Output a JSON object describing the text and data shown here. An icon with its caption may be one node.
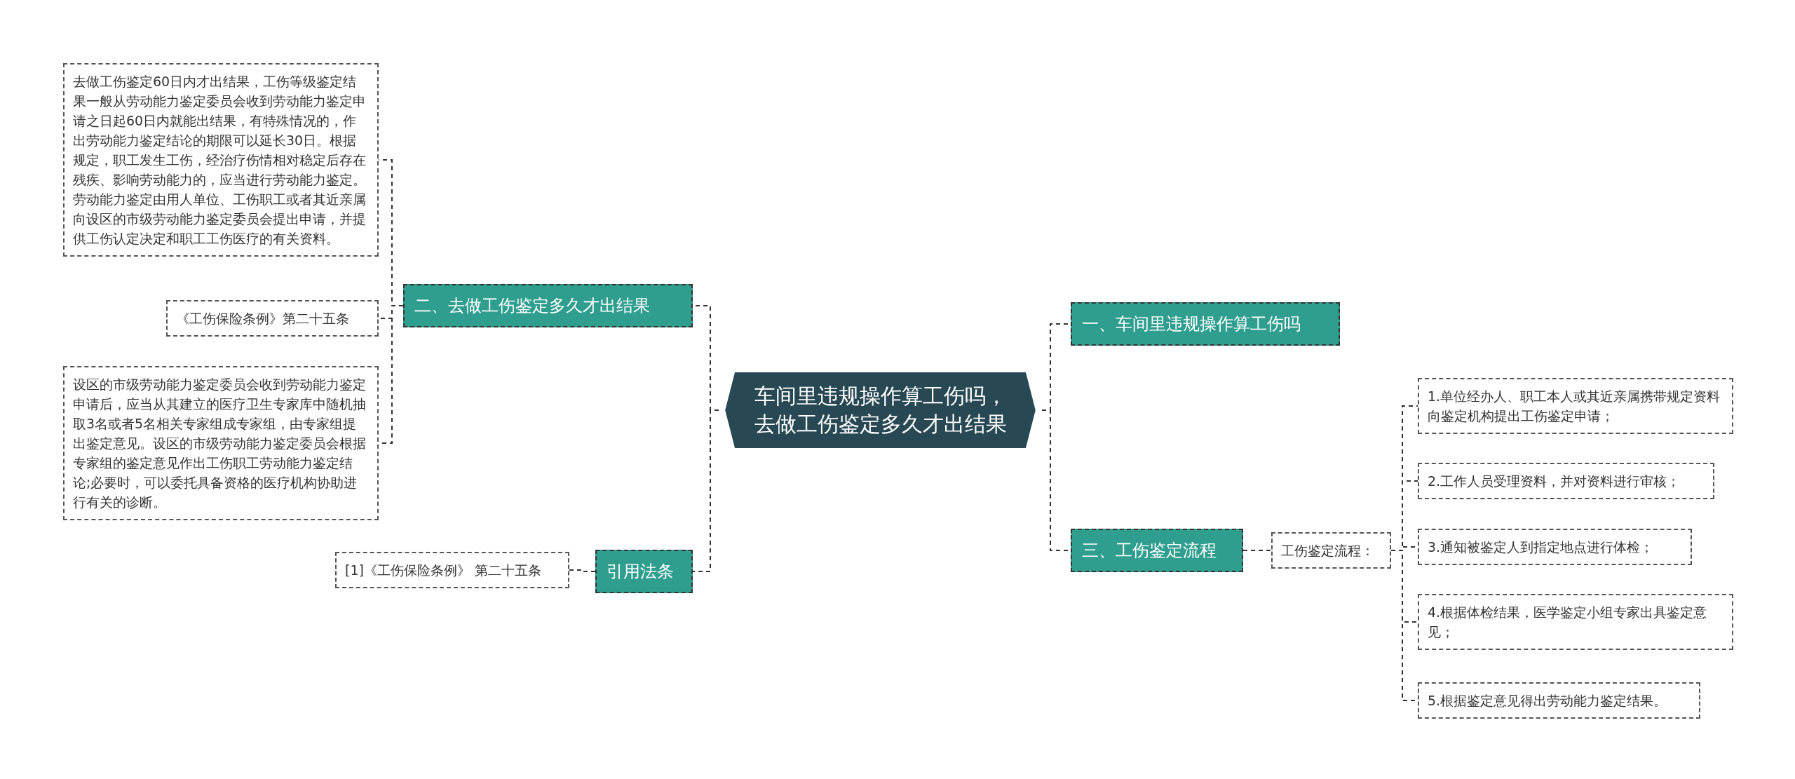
{
  "diagram": {
    "nodes": [
      {
        "text": [
          "车间里违规操作算工伤吗，去做工伤鉴定多久才出结果"
        ]
      },
      {
        "text": [
          "二、去做工伤鉴定多久才出结果"
        ]
      },
      {
        "text": [
          "去做工伤鉴定60日内才出结果，工伤等级鉴定结果一般从劳动能力鉴定委员会收到劳动能力鉴定申请之日起60日内就能出结果，有特殊情况的，作出劳动能力鉴定结论的期限可以延长30日。根据规定，职工发生工伤，经治疗伤情相对稳定后存在残疾、影响劳动能力的，应当进行劳动能力鉴定。劳动能力鉴定由用人单位、工伤职工或者其近亲属向设区的市级劳动能力鉴定委员会提出申请，并提供工伤认定决定和职工工伤医疗的有关资料。"
        ]
      },
      {
        "text": [
          "《工伤保险条例》第二十五条"
        ]
      },
      {
        "text": [
          "设区的市级劳动能力鉴定委员会收到劳动能力鉴定申请后，应当从其建立的医疗卫生专家库中随机抽取3名或者5名相关专家组成专家组，由专家组提出鉴定意见。设区的市级劳动能力鉴定委员会根据专家组的鉴定意见作出工伤职工劳动能力鉴定结论;必要时，可以委托具备资格的医疗机构协助进行有关的诊断。"
        ]
      },
      {
        "text": [
          "引用法条"
        ]
      },
      {
        "text": [
          "[1]《工伤保险条例》 第二十五条"
        ]
      },
      {
        "text": [
          "一、车间里违规操作算工伤吗"
        ]
      },
      {
        "text": [
          "三、工伤鉴定流程"
        ]
      },
      {
        "text": [
          "工伤鉴定流程："
        ]
      },
      {
        "text": [
          "1.单位经办人、职工本人或其近亲属携带规定资料向鉴定机构提出工伤鉴定申请；"
        ]
      },
      {
        "text": [
          "2.工作人员受理资料，并对资料进行审核；"
        ]
      },
      {
        "text": [
          "3.通知被鉴定人到指定地点进行体检；"
        ]
      },
      {
        "text": [
          "4.根据体检结果，医学鉴定小组专家出具鉴定意见；"
        ]
      },
      {
        "text": [
          "5.根据鉴定意见得出劳动能力鉴定结果。"
        ]
      }
    ],
    "edges": [
      {
        "from": 0,
        "to": 1,
        "arrow": "none"
      },
      {
        "from": 1,
        "to": 2,
        "arrow": "none"
      },
      {
        "from": 1,
        "to": 3,
        "arrow": "none"
      },
      {
        "from": 1,
        "to": 4,
        "arrow": "none"
      },
      {
        "from": 0,
        "to": 5,
        "arrow": "none"
      },
      {
        "from": 5,
        "to": 6,
        "arrow": "none"
      },
      {
        "from": 0,
        "to": 7,
        "arrow": "none"
      },
      {
        "from": 0,
        "to": 8,
        "arrow": "none"
      },
      {
        "from": 8,
        "to": 9,
        "arrow": "none"
      },
      {
        "from": 9,
        "to": 10,
        "arrow": "none"
      },
      {
        "from": 9,
        "to": 11,
        "arrow": "none"
      },
      {
        "from": 9,
        "to": 12,
        "arrow": "none"
      },
      {
        "from": 9,
        "to": 13,
        "arrow": "none"
      },
      {
        "from": 9,
        "to": 14,
        "arrow": "none"
      }
    ]
  }
}
